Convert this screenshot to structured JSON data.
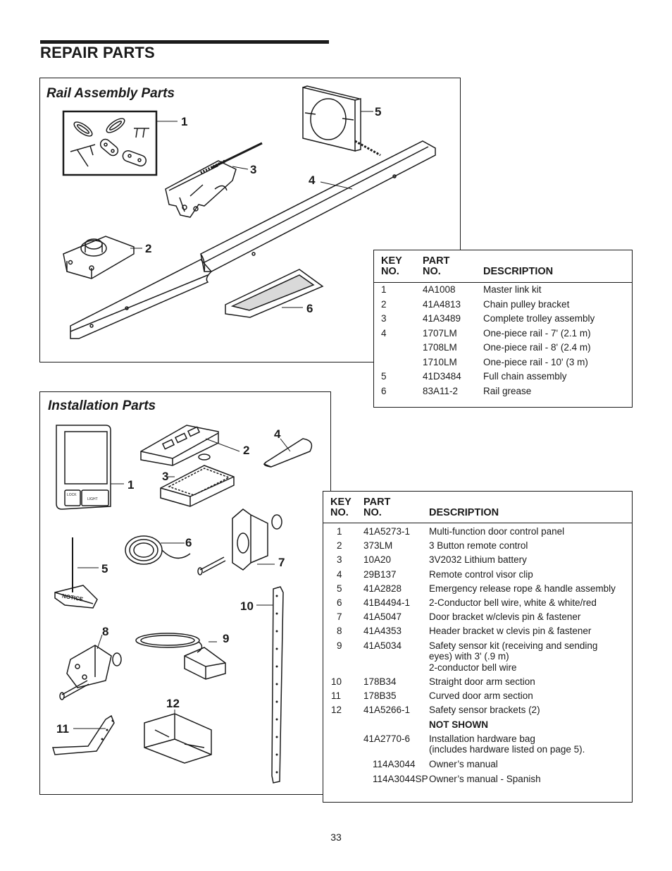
{
  "page": {
    "title": "REPAIR PARTS",
    "page_number": "33"
  },
  "rail": {
    "panel_title": "Rail Assembly Parts",
    "callouts": [
      "1",
      "2",
      "3",
      "4",
      "5",
      "6"
    ],
    "table": {
      "headers": {
        "key1": "KEY",
        "key2": "NO.",
        "part1": "PART",
        "part2": "NO.",
        "desc": "DESCRIPTION"
      },
      "rows": [
        {
          "key": "1",
          "part": "4A1008",
          "desc": "Master link kit"
        },
        {
          "key": "2",
          "part": "41A4813",
          "desc": "Chain pulley bracket"
        },
        {
          "key": "3",
          "part": "41A3489",
          "desc": "Complete trolley assembly"
        },
        {
          "key": "4",
          "part": "1707LM",
          "desc": "One-piece rail - 7' (2.1 m)"
        },
        {
          "key": "",
          "part": "1708LM",
          "desc": "One-piece rail - 8' (2.4 m)"
        },
        {
          "key": "",
          "part": "1710LM",
          "desc": "One-piece rail - 10' (3 m)"
        },
        {
          "key": "5",
          "part": "41D3484",
          "desc": "Full chain assembly"
        },
        {
          "key": "6",
          "part": "83A11-2",
          "desc": "Rail grease"
        }
      ]
    }
  },
  "install": {
    "panel_title": "Installation Parts",
    "callouts": [
      "1",
      "2",
      "3",
      "4",
      "5",
      "6",
      "7",
      "8",
      "9",
      "10",
      "11",
      "12"
    ],
    "labels": {
      "lock": "LOCK",
      "light": "LIGHT",
      "notice": "NOTICE"
    },
    "table": {
      "headers": {
        "key1": "KEY",
        "key2": "NO.",
        "part1": "PART",
        "part2": "NO.",
        "desc": "DESCRIPTION"
      },
      "rows": [
        {
          "key": "1",
          "part": "41A5273-1",
          "desc": "Multi-function door control panel"
        },
        {
          "key": "2",
          "part": "373LM",
          "desc": "3 Button remote control"
        },
        {
          "key": "3",
          "part": "10A20",
          "desc": "3V2032 Lithium battery"
        },
        {
          "key": "4",
          "part": "29B137",
          "desc": "Remote control visor clip"
        },
        {
          "key": "5",
          "part": "41A2828",
          "desc": "Emergency release rope & handle assembly"
        },
        {
          "key": "6",
          "part": "41B4494-1",
          "desc": "2-Conductor bell wire, white & white/red"
        },
        {
          "key": "7",
          "part": "41A5047",
          "desc": "Door bracket w/clevis pin & fastener"
        },
        {
          "key": "8",
          "part": "41A4353",
          "desc": "Header bracket w clevis pin & fastener"
        },
        {
          "key": "9",
          "part": "41A5034",
          "desc": "Safety sensor kit (receiving and sending",
          "desc2": "eyes) with 3' (.9 m)",
          "desc3": "2-conductor bell wire"
        },
        {
          "key": "10",
          "part": "178B34",
          "desc": "Straight door arm section"
        },
        {
          "key": "11",
          "part": "178B35",
          "desc": "Curved door arm section"
        },
        {
          "key": "12",
          "part": "41A5266-1",
          "desc": "Safety sensor brackets (2)"
        },
        {
          "key": "",
          "part": "",
          "desc": "NOT SHOWN"
        },
        {
          "key": "",
          "part": "41A2770-6",
          "desc": "Installation hardware bag",
          "desc2": "(includes hardware listed on page 5)."
        },
        {
          "key": "",
          "part": "114A3044",
          "desc": "Owner’s manual"
        },
        {
          "key": "",
          "part": "114A3044SP",
          "desc": "Owner’s manual - Spanish"
        }
      ]
    }
  }
}
